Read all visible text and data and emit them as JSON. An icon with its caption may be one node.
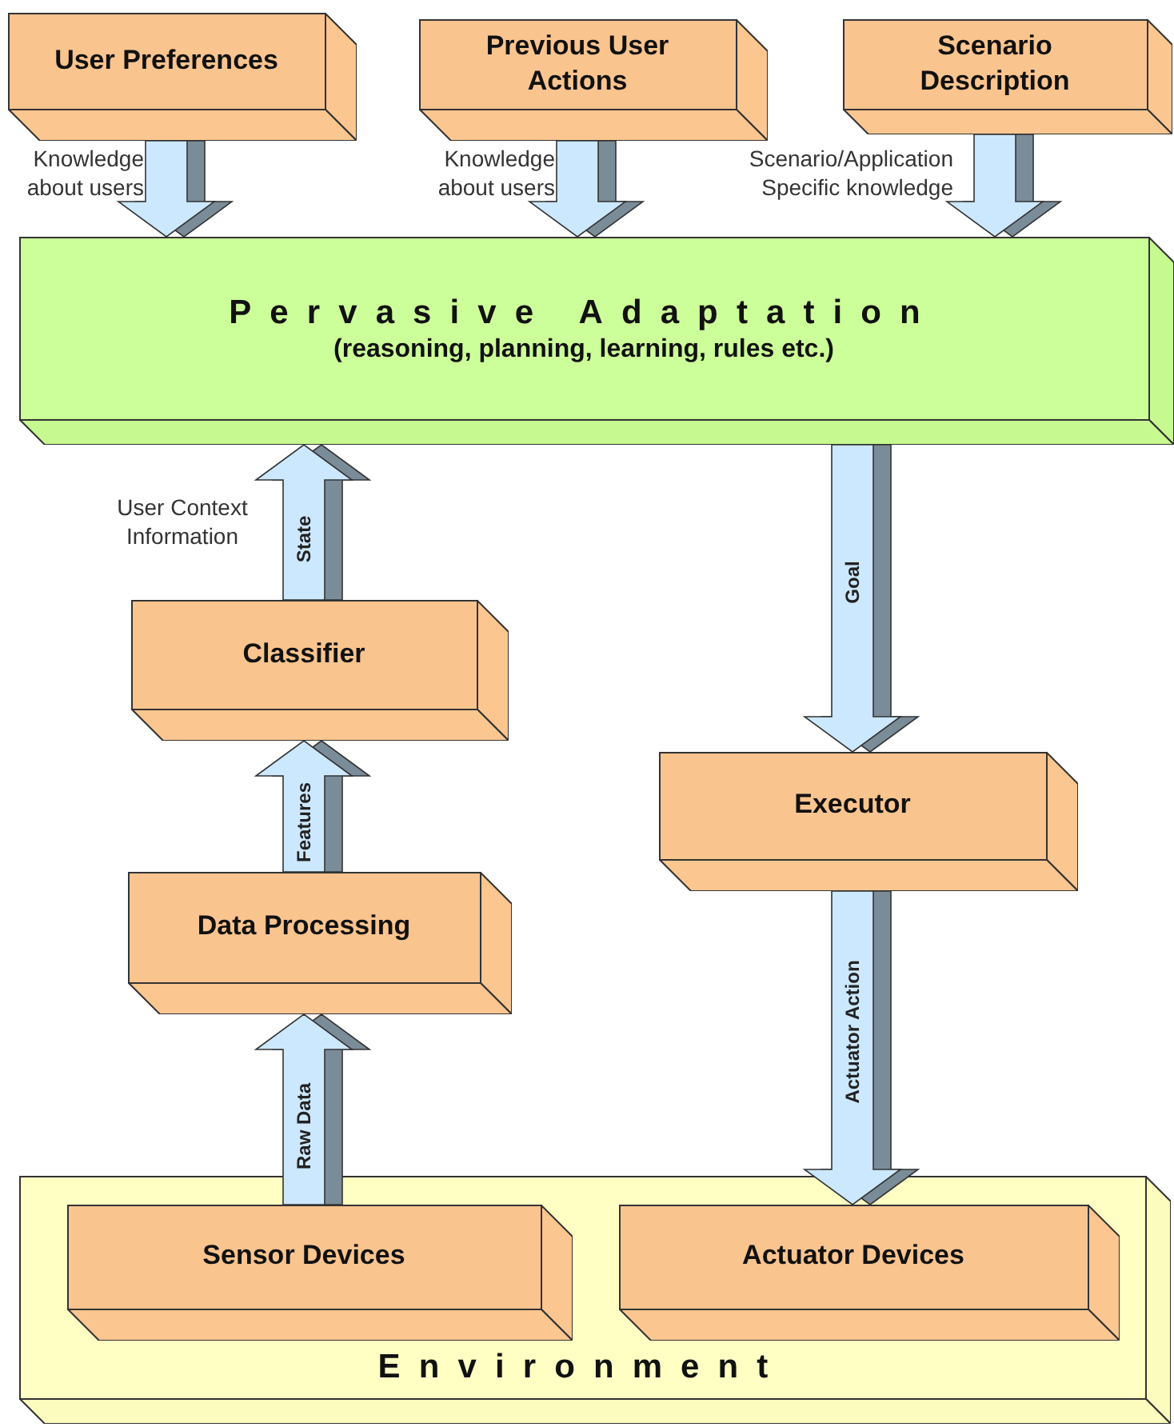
{
  "diagram": {
    "nodes": [
      {
        "text": [
          "User Preferences"
        ]
      },
      {
        "text": [
          "Previous User Actions"
        ]
      },
      {
        "text": [
          "Scenario Description"
        ]
      },
      {
        "text": [
          "Pervasive Adaptation",
          "(reasoning, planning, learning, rules etc.)"
        ]
      },
      {
        "text": [
          "Classifier"
        ]
      },
      {
        "text": [
          "Executor"
        ]
      },
      {
        "text": [
          "Data Processing"
        ]
      },
      {
        "text": [
          "Environment"
        ]
      },
      {
        "text": [
          "Sensor Devices"
        ],
        "in": 7
      },
      {
        "text": [
          "Actuator Devices"
        ],
        "in": 7
      }
    ],
    "edges": [
      {
        "from": 0,
        "to": 3,
        "arrow": "to",
        "label": "Knowledge about users"
      },
      {
        "from": 1,
        "to": 3,
        "arrow": "to",
        "label": "Knowledge about users"
      },
      {
        "from": 2,
        "to": 3,
        "arrow": "to",
        "label": "Scenario/Application Specific knowledge"
      },
      {
        "from": 4,
        "to": 3,
        "arrow": "to",
        "label": "State"
      },
      {
        "from": 3,
        "to": 5,
        "arrow": "to",
        "label": "Goal"
      },
      {
        "from": 6,
        "to": 4,
        "arrow": "to",
        "label": "Features"
      },
      {
        "from": 8,
        "to": 6,
        "arrow": "to",
        "label": "Raw Data"
      },
      {
        "from": 5,
        "to": 9,
        "arrow": "to",
        "label": "Actuator Action"
      }
    ],
    "labels": [
      "User Context Information"
    ]
  }
}
